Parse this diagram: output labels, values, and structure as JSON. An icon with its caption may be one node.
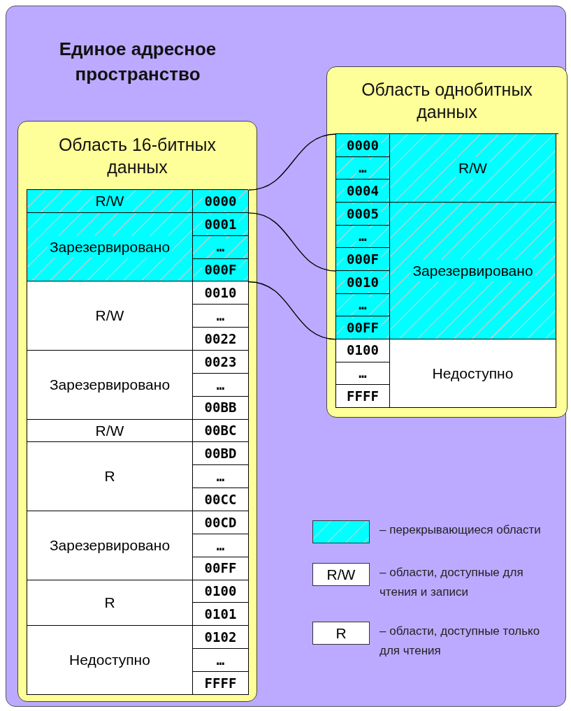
{
  "diagram": {
    "title": "Единое адресное пространство",
    "nodes": [
      {
        "text": [
          "Область 16-битных данных"
        ]
      },
      {
        "text": [
          "R/W"
        ],
        "in": 0
      },
      {
        "text": [
          "0000"
        ],
        "in": 0
      },
      {
        "text": [
          "Зарезервировано"
        ],
        "in": 0
      },
      {
        "text": [
          "0001"
        ],
        "in": 0
      },
      {
        "text": [
          "…"
        ],
        "in": 0
      },
      {
        "text": [
          "000F"
        ],
        "in": 0
      },
      {
        "text": [
          "R/W"
        ],
        "in": 0
      },
      {
        "text": [
          "0010"
        ],
        "in": 0
      },
      {
        "text": [
          "…"
        ],
        "in": 0
      },
      {
        "text": [
          "0022"
        ],
        "in": 0
      },
      {
        "text": [
          "Зарезервировано"
        ],
        "in": 0
      },
      {
        "text": [
          "0023"
        ],
        "in": 0
      },
      {
        "text": [
          "…"
        ],
        "in": 0
      },
      {
        "text": [
          "00BB"
        ],
        "in": 0
      },
      {
        "text": [
          "R/W"
        ],
        "in": 0
      },
      {
        "text": [
          "00BC"
        ],
        "in": 0
      },
      {
        "text": [
          "R"
        ],
        "in": 0
      },
      {
        "text": [
          "00BD"
        ],
        "in": 0
      },
      {
        "text": [
          "…"
        ],
        "in": 0
      },
      {
        "text": [
          "00CC"
        ],
        "in": 0
      },
      {
        "text": [
          "Зарезервировано"
        ],
        "in": 0
      },
      {
        "text": [
          "00CD"
        ],
        "in": 0
      },
      {
        "text": [
          "…"
        ],
        "in": 0
      },
      {
        "text": [
          "00FF"
        ],
        "in": 0
      },
      {
        "text": [
          "R"
        ],
        "in": 0
      },
      {
        "text": [
          "0100"
        ],
        "in": 0
      },
      {
        "text": [
          "0101"
        ],
        "in": 0
      },
      {
        "text": [
          "Недоступно"
        ],
        "in": 0
      },
      {
        "text": [
          "0102"
        ],
        "in": 0
      },
      {
        "text": [
          "…"
        ],
        "in": 0
      },
      {
        "text": [
          "FFFF"
        ],
        "in": 0
      },
      {
        "text": [
          "Область однобитных данных"
        ]
      },
      {
        "text": [
          "0000"
        ],
        "in": 32
      },
      {
        "text": [
          "R/W"
        ],
        "in": 32
      },
      {
        "text": [
          "…"
        ],
        "in": 32
      },
      {
        "text": [
          "0004"
        ],
        "in": 32
      },
      {
        "text": [
          "0005"
        ],
        "in": 32
      },
      {
        "text": [
          "Зарезервировано"
        ],
        "in": 32
      },
      {
        "text": [
          "…"
        ],
        "in": 32
      },
      {
        "text": [
          "000F"
        ],
        "in": 32
      },
      {
        "text": [
          "0010"
        ],
        "in": 32
      },
      {
        "text": [
          "…"
        ],
        "in": 32
      },
      {
        "text": [
          "00FF"
        ],
        "in": 32
      },
      {
        "text": [
          "0100"
        ],
        "in": 32
      },
      {
        "text": [
          "Недоступно"
        ],
        "in": 32
      },
      {
        "text": [
          "…"
        ],
        "in": 32
      },
      {
        "text": [
          "FFFF"
        ],
        "in": 32
      }
    ],
    "edges": [
      {
        "from": 2,
        "to": 33,
        "arrow": "none"
      },
      {
        "from": 4,
        "to": 41,
        "arrow": "none"
      },
      {
        "from": 8,
        "to": 44,
        "arrow": "none"
      }
    ],
    "labels": [
      "R/W",
      "R"
    ],
    "legend": [
      {
        "text": "– перекрывающиеся области"
      },
      {
        "text": "– области, доступные для чтения и записи"
      },
      {
        "text": "– области, доступные только для чтения"
      }
    ]
  }
}
